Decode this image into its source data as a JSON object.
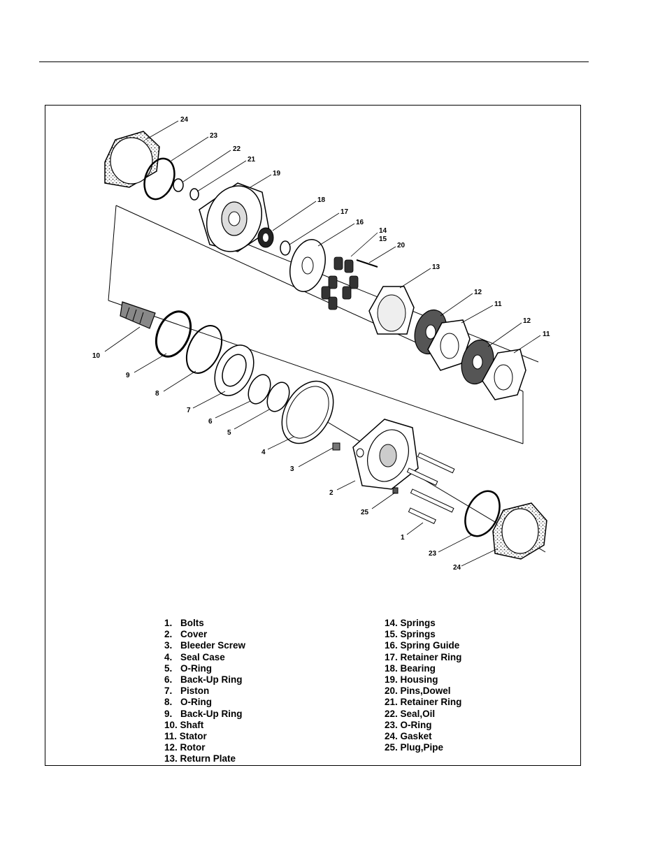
{
  "callouts": {
    "c24a": "24",
    "c23a": "23",
    "c22": "22",
    "c21": "21",
    "c19": "19",
    "c18": "18",
    "c17": "17",
    "c16": "16",
    "c14": "14",
    "c15": "15",
    "c20": "20",
    "c13": "13",
    "c12a": "12",
    "c11a": "11",
    "c12b": "12",
    "c11b": "11",
    "c10": "10",
    "c9": "9",
    "c8": "8",
    "c7": "7",
    "c6": "6",
    "c5": "5",
    "c4": "4",
    "c3": "3",
    "c2": "2",
    "c25": "25",
    "c1": "1",
    "c23b": "23",
    "c24b": "24"
  },
  "legend": {
    "left": [
      {
        "num": "1.",
        "name": "Bolts"
      },
      {
        "num": "2.",
        "name": "Cover"
      },
      {
        "num": "3.",
        "name": "Bleeder Screw"
      },
      {
        "num": "4.",
        "name": "Seal Case"
      },
      {
        "num": "5.",
        "name": "O-Ring"
      },
      {
        "num": "6.",
        "name": "Back-Up Ring"
      },
      {
        "num": "7.",
        "name": "Piston"
      },
      {
        "num": "8.",
        "name": "O-Ring"
      },
      {
        "num": "9.",
        "name": "Back-Up Ring"
      },
      {
        "num": "10.",
        "name": "Shaft"
      },
      {
        "num": "11.",
        "name": "Stator"
      },
      {
        "num": "12.",
        "name": "Rotor"
      },
      {
        "num": "13.",
        "name": "Return Plate"
      }
    ],
    "right": [
      {
        "num": "14.",
        "name": "Springs"
      },
      {
        "num": "15.",
        "name": "Springs"
      },
      {
        "num": "16.",
        "name": "Spring Guide"
      },
      {
        "num": "17.",
        "name": "Retainer Ring"
      },
      {
        "num": "18.",
        "name": "Bearing"
      },
      {
        "num": "19.",
        "name": "Housing"
      },
      {
        "num": "20.",
        "name": "Pins,Dowel"
      },
      {
        "num": "21.",
        "name": "Retainer Ring"
      },
      {
        "num": "22.",
        "name": "Seal,Oil"
      },
      {
        "num": "23.",
        "name": "O-Ring"
      },
      {
        "num": "24.",
        "name": "Gasket"
      },
      {
        "num": "25.",
        "name": "Plug,Pipe"
      }
    ]
  }
}
